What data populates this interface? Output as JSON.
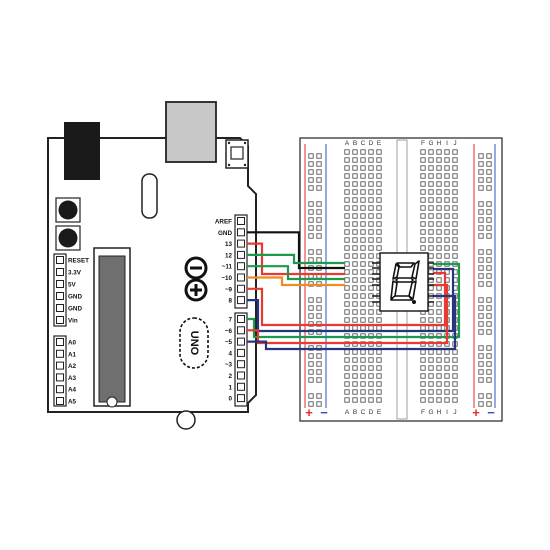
{
  "arduino": {
    "model": "UNO",
    "digital_header_labels": [
      "AREF",
      "GND",
      "13",
      "12",
      "~11",
      "~10",
      "~9",
      "8",
      "7",
      "~6",
      "~5",
      "4",
      "~3",
      "2",
      "1",
      "0"
    ],
    "power_labels": [
      "RESET",
      "3.3V",
      "5V",
      "GND",
      "GND",
      "Vin"
    ],
    "analog_labels": [
      "A0",
      "A1",
      "A2",
      "A3",
      "A4",
      "A5"
    ]
  },
  "breadboard": {
    "left_columns": [
      "A",
      "B",
      "C",
      "D",
      "E"
    ],
    "right_columns": [
      "F",
      "G",
      "H",
      "I",
      "J"
    ],
    "plus_symbol": "+",
    "minus_symbol": "−"
  },
  "colors": {
    "red": "#e53b30",
    "green": "#1a9a4a",
    "blue": "#27357f",
    "orange": "#f08a24",
    "black": "#111111",
    "usb_gray": "#c8c8c8",
    "chip": "#6f6f6f",
    "rail_red": "#e52b2b",
    "rail_blue": "#2b53c6",
    "display_segment": "#111111"
  },
  "wires": [
    {
      "pin": "GND",
      "color": "black"
    },
    {
      "pin": "13",
      "color": "red"
    },
    {
      "pin": "12",
      "color": "green"
    },
    {
      "pin": "~11",
      "color": "green"
    },
    {
      "pin": "~10",
      "color": "orange"
    },
    {
      "pin": "~9",
      "color": "red"
    },
    {
      "pin": "8",
      "color": "blue"
    },
    {
      "pin": "7",
      "color": "green"
    },
    {
      "pin": "~6",
      "color": "red"
    },
    {
      "pin": "~5",
      "color": "blue"
    }
  ],
  "display": {
    "digit": "8",
    "icon": "seven-segment-display-icon"
  }
}
